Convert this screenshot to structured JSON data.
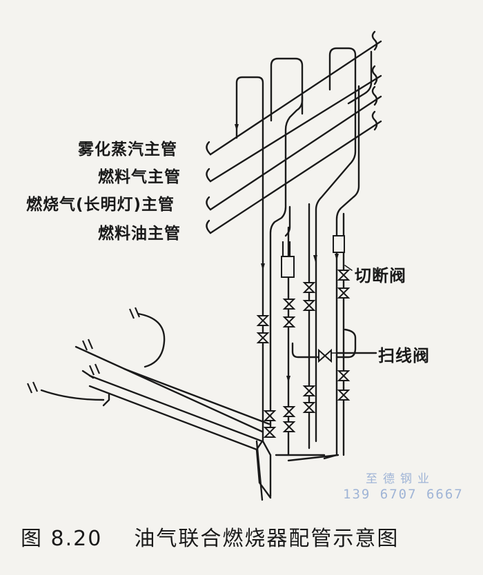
{
  "labels": {
    "atomizing_steam": "雾化蒸汽主管",
    "fuel_gas": "燃料气主管",
    "pilot_gas": "燃烧气(长明灯)主管",
    "fuel_oil": "燃料油主管",
    "shutoff_valve": "切断阀",
    "purge_valve": "扫线阀"
  },
  "caption": {
    "number": "图 8.20",
    "title": "油气联合燃烧器配管示意图"
  },
  "watermark": {
    "company": "至德钢业",
    "phone": "139 6707 6667"
  },
  "colors": {
    "ink": "#1a1a1a",
    "paper": "#f4f3ef",
    "watermark": "#9fb4d6"
  }
}
